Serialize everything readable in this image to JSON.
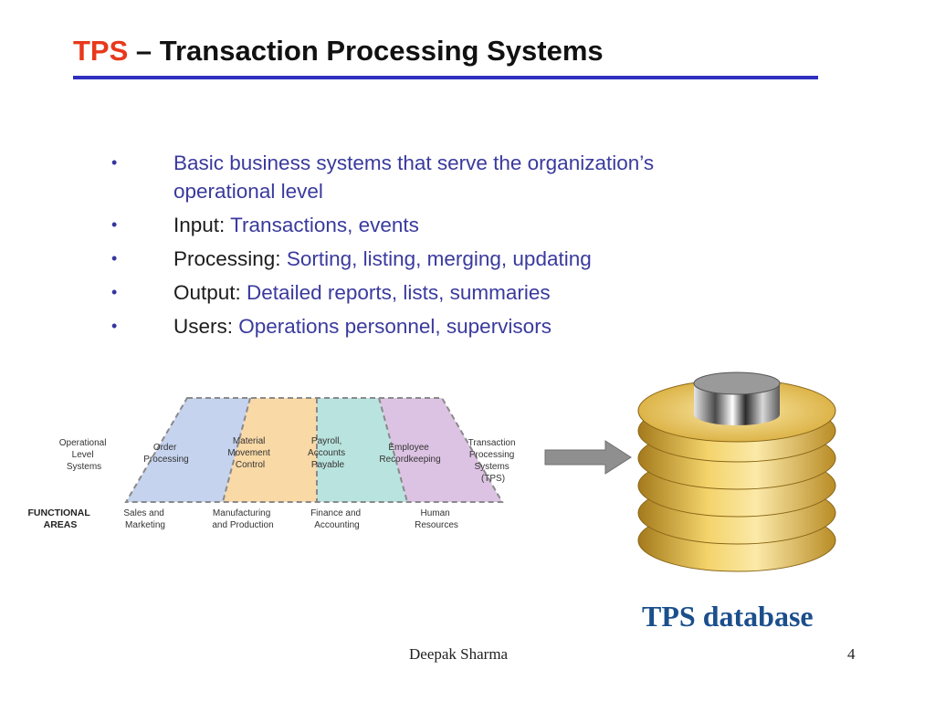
{
  "slide": {
    "title_accent": "TPS",
    "title_rest": " – Transaction Processing Systems",
    "bullets": [
      {
        "marker": "•",
        "lead": "",
        "text": "Basic business systems that serve the organization’s operational level"
      },
      {
        "marker": "•",
        "lead": "Input:",
        "text": " Transactions, events"
      },
      {
        "marker": "•",
        "lead": "Processing:",
        "text": " Sorting, listing, merging, updating"
      },
      {
        "marker": "•",
        "lead": "Output:",
        "text": " Detailed reports, lists, summaries"
      },
      {
        "marker": "•",
        "lead": "Users:",
        "text": " Operations personnel, supervisors"
      }
    ],
    "diagram": {
      "left_label": [
        "Operational",
        "Level",
        "Systems"
      ],
      "right_label": [
        "Transaction",
        "Processing",
        "Systems",
        "(TPS)"
      ],
      "areas_heading": [
        "FUNCTIONAL",
        "AREAS"
      ],
      "segments": [
        {
          "label": [
            "Order",
            "Processing"
          ],
          "area": [
            "Sales and",
            "Marketing"
          ],
          "color": "#c5d3ee"
        },
        {
          "label": [
            "Material",
            "Movement",
            "Control"
          ],
          "area": [
            "Manufacturing",
            "and Production"
          ],
          "color": "#f9d9a6"
        },
        {
          "label": [
            "Payroll,",
            "Accounts",
            "Payable"
          ],
          "area": [
            "Finance and",
            "Accounting"
          ],
          "color": "#b9e3de"
        },
        {
          "label": [
            "Employee",
            "Recordkeeping"
          ],
          "area": [
            "Human",
            "Resources"
          ],
          "color": "#dcc3e3"
        }
      ]
    },
    "database_label": "TPS database",
    "footer_name": "Deepak Sharma",
    "page_number": "4",
    "colors": {
      "title_accent": "#e8381c",
      "rule": "#2f2fbf",
      "bullet_text_blue": "#3a3a9e",
      "database_label": "#1b4f8c",
      "disk_gold": "#d9b13f"
    }
  }
}
